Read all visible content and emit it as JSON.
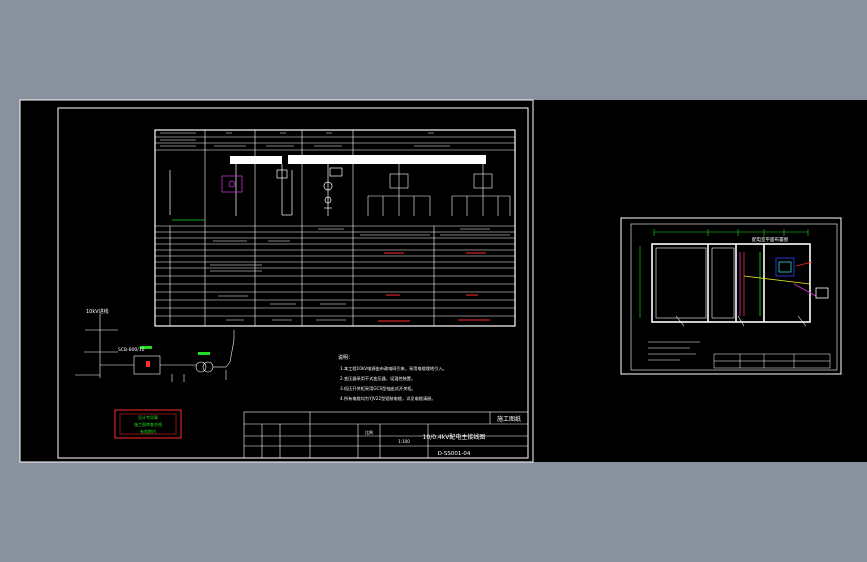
{
  "colors": {
    "background": "#8a919e",
    "canvas": "#000000",
    "line": "#ffffff",
    "red": "#ff2a2a",
    "green": "#22dd22",
    "cyan": "#22dddd",
    "blue": "#3344ff",
    "magenta": "#dd33dd",
    "yellow": "#e8e822"
  },
  "drawing": {
    "title_block": {
      "project": "施工图纸",
      "title": "10/0.4kV配电主接线图",
      "drawing_number": "D-SS001-04",
      "scale_label": "比例",
      "scale_value": "1:100"
    },
    "left_diagram": {
      "feeder_label": "10kV进线",
      "transformer_label": "SCB-800/10",
      "notes_title": "说明：",
      "notes": [
        "1.本工程10kV电源由市政电网引来，采用电缆埋地引入。",
        "2.变压器采用干式变压器，设温控装置。",
        "3.低压开关柜采用GCS型抽出式开关柜。",
        "4.所有电缆均为YJV22型铠装电缆，详见电缆清册。"
      ]
    },
    "right_plan": {
      "title": "配电室平面布置图"
    },
    "stamp": {
      "line1": "设计专用章",
      "line2": "施工图审查合格",
      "line3": "有效期内"
    }
  }
}
